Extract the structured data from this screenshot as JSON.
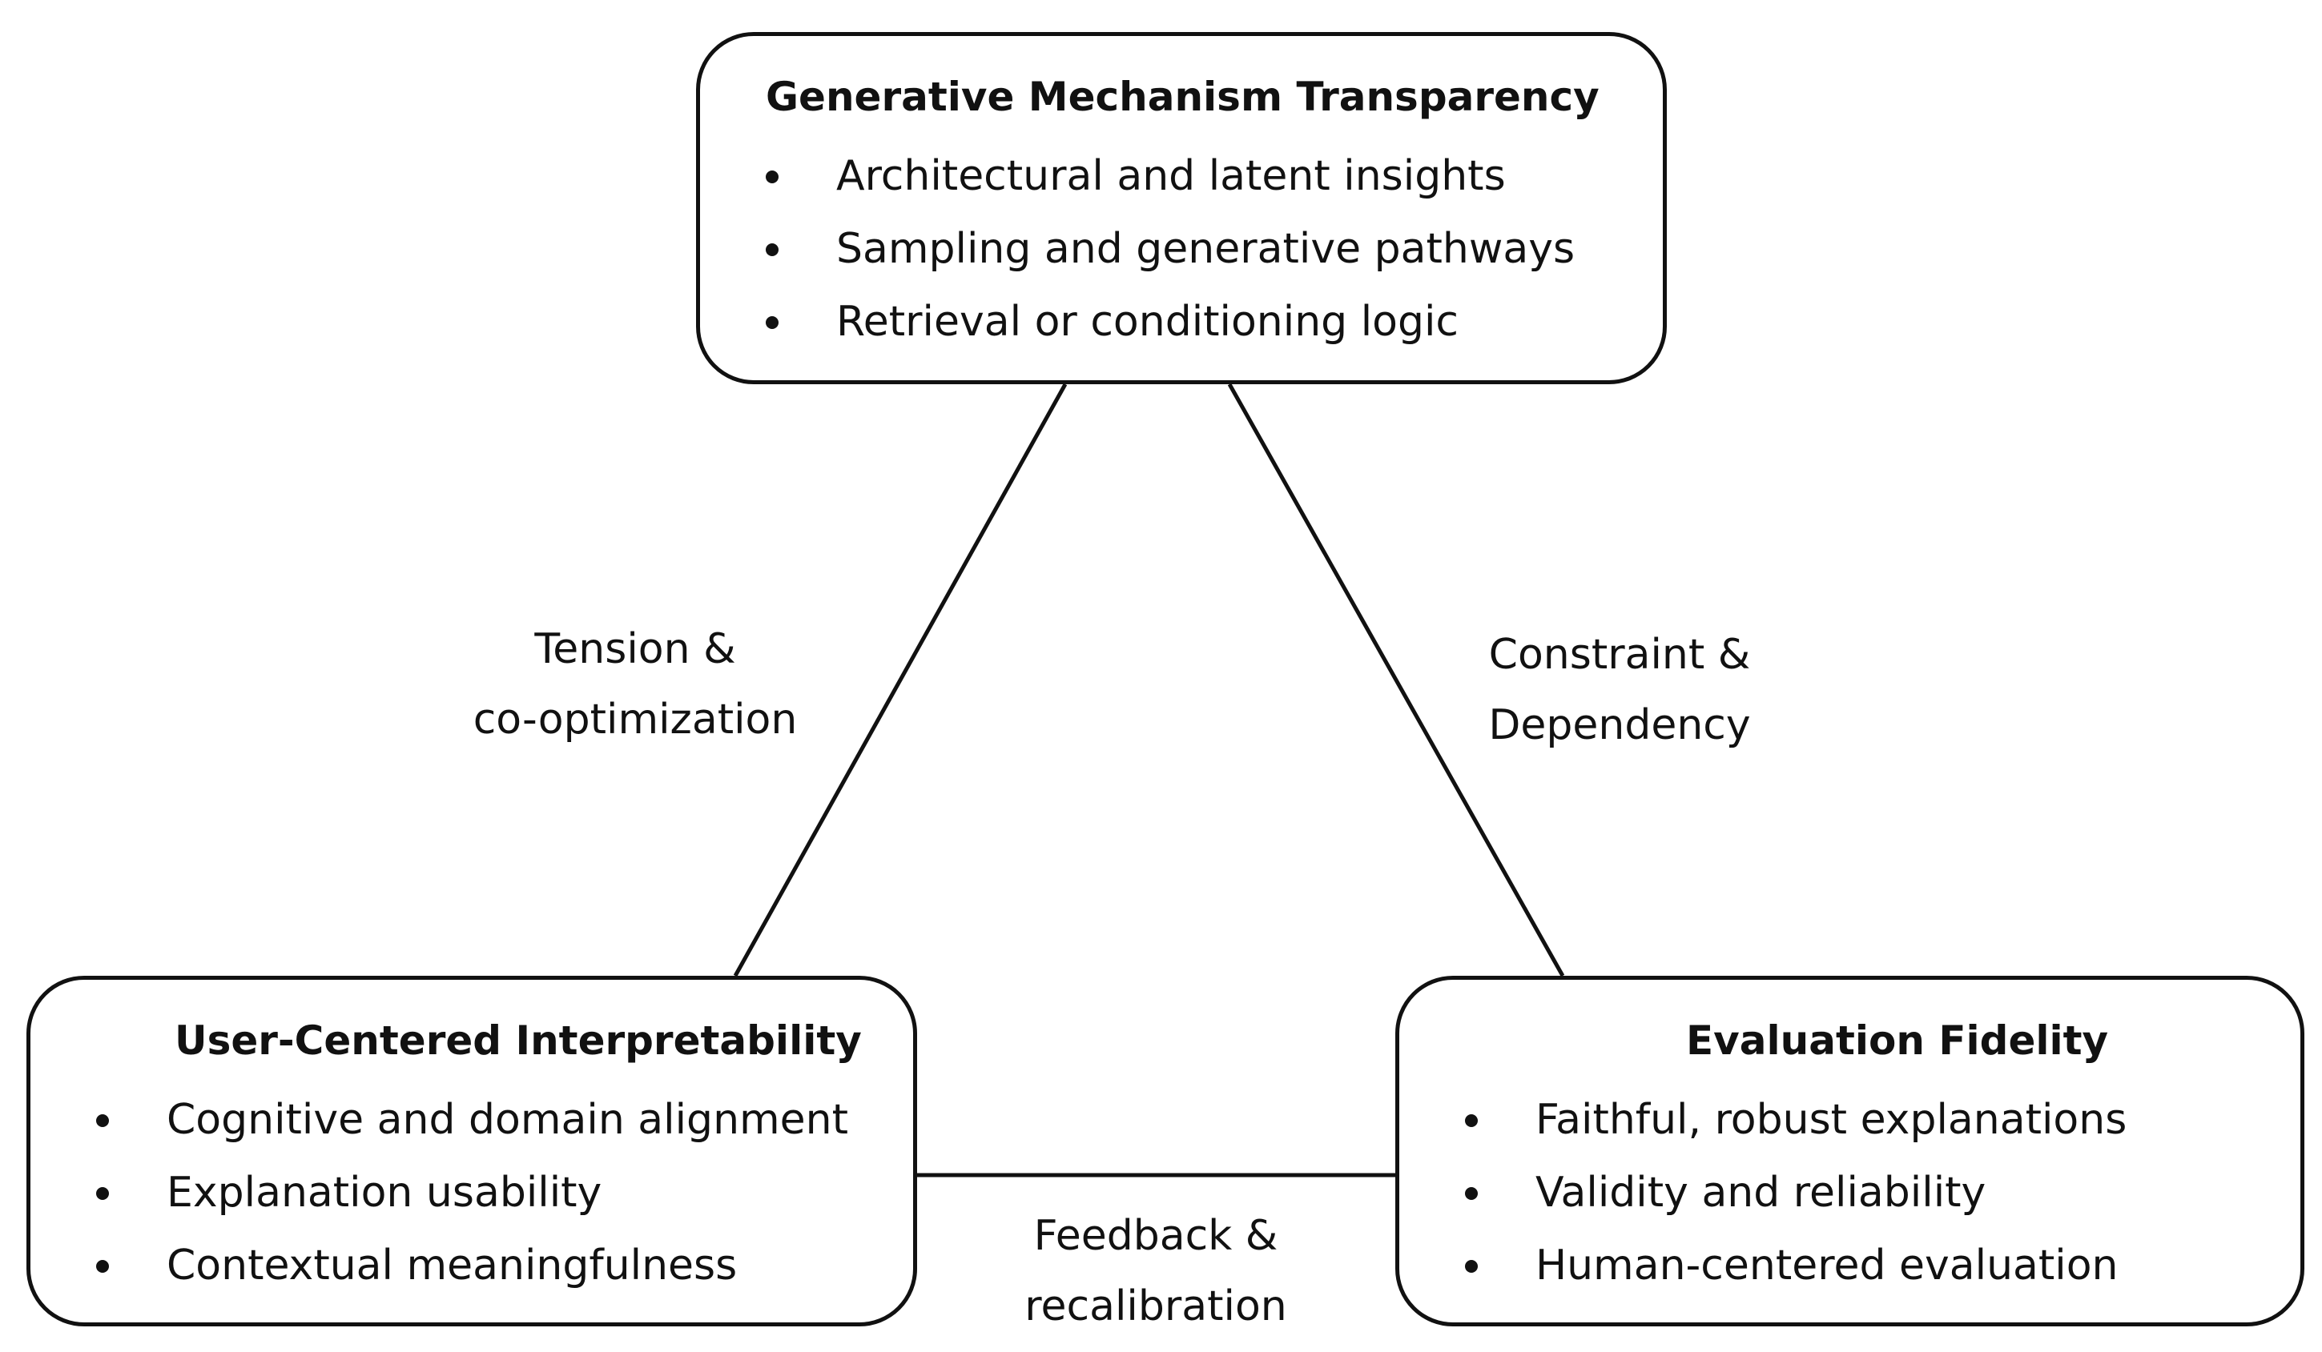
{
  "diagram": {
    "nodes": {
      "top": {
        "title": "Generative Mechanism Transparency",
        "items": [
          "Architectural and latent insights",
          "Sampling and generative pathways",
          "Retrieval or conditioning logic"
        ]
      },
      "left": {
        "title": "User-Centered Interpretability",
        "items": [
          "Cognitive and domain alignment",
          "Explanation usability",
          "Contextual meaningfulness"
        ]
      },
      "right": {
        "title": "Evaluation Fidelity",
        "items": [
          "Faithful, robust explanations",
          "Validity and reliability",
          "Human-centered evaluation"
        ]
      }
    },
    "edges": {
      "top_left": {
        "line1": "Tension &",
        "line2": "co-optimization"
      },
      "top_right": {
        "line1": "Constraint &",
        "line2": "Dependency"
      },
      "left_right": {
        "line1": "Feedback &",
        "line2": "recalibration"
      }
    }
  }
}
